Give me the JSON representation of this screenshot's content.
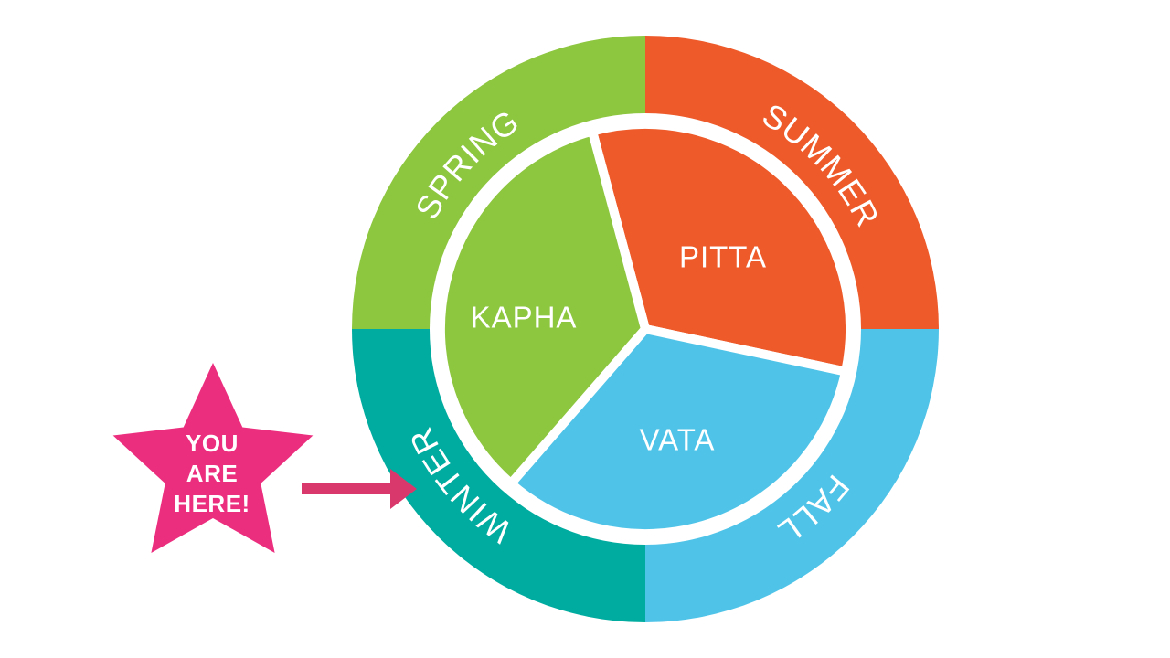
{
  "colors": {
    "spring_green": "#8DC63F",
    "summer_orange": "#EE5A29",
    "fall_blue": "#4FC4E8",
    "winter_teal": "#00AC9F",
    "divider_white": "#FFFFFF",
    "star_pink": "#EC2E7E",
    "arrow_pink": "#D9386C",
    "label_white": "#FFFFFF"
  },
  "wheel": {
    "seasons": [
      {
        "label": "SPRING",
        "color": "#8DC63F",
        "position": "top-left"
      },
      {
        "label": "SUMMER",
        "color": "#EE5A29",
        "position": "top-right"
      },
      {
        "label": "FALL",
        "color": "#4FC4E8",
        "position": "bottom-right"
      },
      {
        "label": "WINTER",
        "color": "#00AC9F",
        "position": "bottom-left"
      }
    ],
    "doshas": [
      {
        "label": "KAPHA",
        "color": "#8DC63F",
        "position": "left"
      },
      {
        "label": "PITTA",
        "color": "#EE5A29",
        "position": "upper-right"
      },
      {
        "label": "VATA",
        "color": "#4FC4E8",
        "position": "bottom"
      }
    ]
  },
  "marker": {
    "lines": [
      "YOU",
      "ARE",
      "HERE!"
    ],
    "star_color": "#EC2E7E",
    "arrow_color": "#D9386C",
    "points_to": "WINTER"
  }
}
